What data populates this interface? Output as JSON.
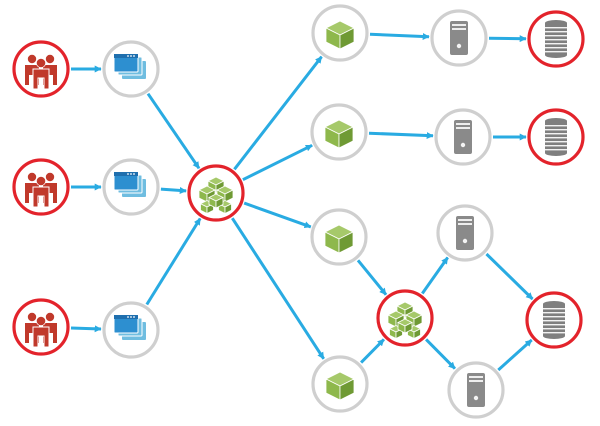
{
  "colors": {
    "background": "#ffffff",
    "edge": "#29abe2",
    "ring_red": "#e3232b",
    "ring_gray": "#cfcfcf",
    "users_fill": "#c0392b",
    "window_back": "#6fbde0",
    "window_front": "#2d8fd0",
    "window_bar": "#1f6fae",
    "cube": "#8eb84c",
    "cube_dark": "#6f9a34",
    "server": "#8a8a8a",
    "storage": "#7f7f7f"
  },
  "node_types": {
    "users": "users-icon",
    "client": "browser-windows-icon",
    "hub": "cube-cluster-icon",
    "service": "cube-icon",
    "server": "server-tower-icon",
    "database": "database-icon"
  },
  "nodes": [
    {
      "id": "users-1",
      "type": "users",
      "ring": "red"
    },
    {
      "id": "users-2",
      "type": "users",
      "ring": "red"
    },
    {
      "id": "users-3",
      "type": "users",
      "ring": "red"
    },
    {
      "id": "client-1",
      "type": "client",
      "ring": "gray"
    },
    {
      "id": "client-2",
      "type": "client",
      "ring": "gray"
    },
    {
      "id": "client-3",
      "type": "client",
      "ring": "gray"
    },
    {
      "id": "hub-main",
      "type": "hub",
      "ring": "red"
    },
    {
      "id": "service-1",
      "type": "service",
      "ring": "gray"
    },
    {
      "id": "service-2",
      "type": "service",
      "ring": "gray"
    },
    {
      "id": "service-3",
      "type": "service",
      "ring": "gray"
    },
    {
      "id": "service-4",
      "type": "service",
      "ring": "gray"
    },
    {
      "id": "server-1",
      "type": "server",
      "ring": "gray"
    },
    {
      "id": "server-2",
      "type": "server",
      "ring": "gray"
    },
    {
      "id": "hub-secondary",
      "type": "hub",
      "ring": "red"
    },
    {
      "id": "server-3",
      "type": "server",
      "ring": "gray"
    },
    {
      "id": "server-4",
      "type": "server",
      "ring": "gray"
    },
    {
      "id": "database-1",
      "type": "database",
      "ring": "red"
    },
    {
      "id": "database-2",
      "type": "database",
      "ring": "red"
    },
    {
      "id": "database-3",
      "type": "database",
      "ring": "red"
    }
  ],
  "edges": [
    {
      "from": "users-1",
      "to": "client-1"
    },
    {
      "from": "users-2",
      "to": "client-2"
    },
    {
      "from": "users-3",
      "to": "client-3"
    },
    {
      "from": "client-1",
      "to": "hub-main"
    },
    {
      "from": "client-2",
      "to": "hub-main"
    },
    {
      "from": "client-3",
      "to": "hub-main"
    },
    {
      "from": "hub-main",
      "to": "service-1"
    },
    {
      "from": "hub-main",
      "to": "service-2"
    },
    {
      "from": "hub-main",
      "to": "service-3"
    },
    {
      "from": "hub-main",
      "to": "service-4"
    },
    {
      "from": "service-1",
      "to": "server-1"
    },
    {
      "from": "server-1",
      "to": "database-1"
    },
    {
      "from": "service-2",
      "to": "server-2"
    },
    {
      "from": "server-2",
      "to": "database-2"
    },
    {
      "from": "service-3",
      "to": "hub-secondary"
    },
    {
      "from": "service-4",
      "to": "hub-secondary"
    },
    {
      "from": "hub-secondary",
      "to": "server-3"
    },
    {
      "from": "hub-secondary",
      "to": "server-4"
    },
    {
      "from": "server-3",
      "to": "database-3"
    },
    {
      "from": "server-4",
      "to": "database-3"
    }
  ]
}
